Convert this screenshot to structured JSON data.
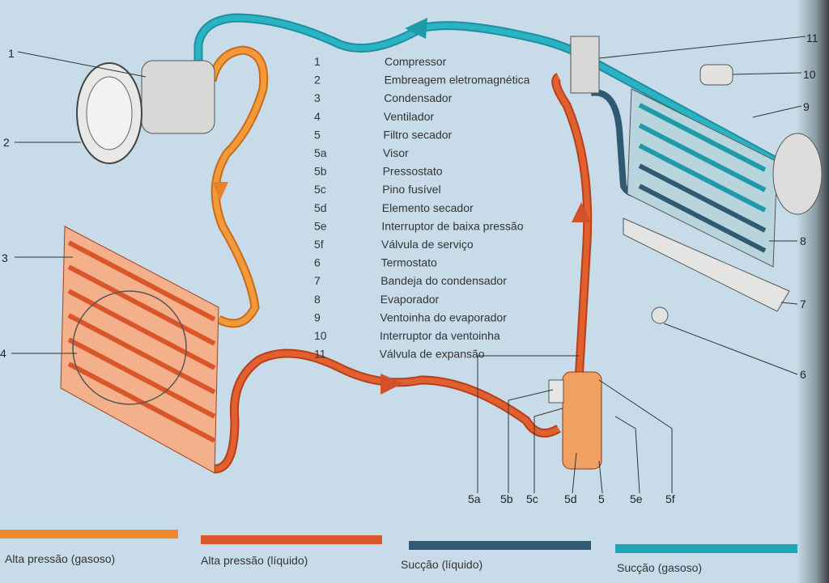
{
  "parts": [
    {
      "num": "1",
      "label": "Compressor"
    },
    {
      "num": "2",
      "label": "Embreagem eletromagnética"
    },
    {
      "num": "3",
      "label": "Condensador"
    },
    {
      "num": "4",
      "label": "Ventilador"
    },
    {
      "num": "5",
      "label": "Filtro secador"
    },
    {
      "num": "5a",
      "label": "Visor"
    },
    {
      "num": "5b",
      "label": "Pressostato"
    },
    {
      "num": "5c",
      "label": "Pino fusível"
    },
    {
      "num": "5d",
      "label": "Elemento secador"
    },
    {
      "num": "5e",
      "label": "Interruptor de baixa pressão"
    },
    {
      "num": "5f",
      "label": "Válvula de serviço"
    },
    {
      "num": "6",
      "label": "Termostato"
    },
    {
      "num": "7",
      "label": "Bandeja do condensador"
    },
    {
      "num": "8",
      "label": "Evaporador"
    },
    {
      "num": "9",
      "label": "Ventoinha do evaporador"
    },
    {
      "num": "10",
      "label": "Interruptor da ventoinha"
    },
    {
      "num": "11",
      "label": "Válvula de expansão"
    }
  ],
  "callouts": {
    "c1": "1",
    "c2": "2",
    "c3": "3",
    "c4": "4",
    "c11": "11",
    "c10": "10",
    "c9": "9",
    "c8": "8",
    "c7": "7",
    "c6": "6",
    "c5a": "5a",
    "c5b": "5b",
    "c5c": "5c",
    "c5d": "5d",
    "c5": "5",
    "c5e": "5e",
    "c5f": "5f"
  },
  "legend": [
    {
      "label": "Alta pressão (gasoso)",
      "color": "#ee8a2a"
    },
    {
      "label": "Alta pressão (líquido)",
      "color": "#d9562a"
    },
    {
      "label": "Sucção (líquido)",
      "color": "#2f5a72"
    },
    {
      "label": "Sucção (gasoso)",
      "color": "#1fa5b5"
    }
  ]
}
